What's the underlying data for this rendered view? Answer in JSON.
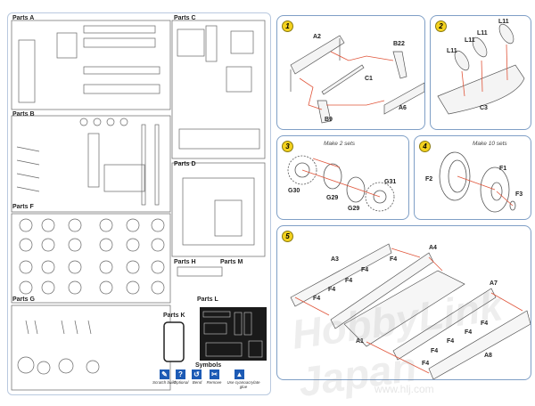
{
  "parts_sheet": {
    "groups": {
      "A": "Parts A",
      "B": "Parts B",
      "C": "Parts C",
      "D": "Parts D",
      "F": "Parts F",
      "G": "Parts G",
      "H": "Parts H",
      "M": "Parts M",
      "K": "Parts K",
      "L": "Parts L"
    },
    "symbols_title": "Symbols",
    "symbols": [
      {
        "icon": "scratch-build-icon",
        "glyph": "✎",
        "label": "Scratch build"
      },
      {
        "icon": "optional-icon",
        "glyph": "?",
        "label": "Optional"
      },
      {
        "icon": "bend-icon",
        "glyph": "↺",
        "label": "Bend"
      },
      {
        "icon": "remove-icon",
        "glyph": "✂",
        "label": "Remove"
      },
      {
        "icon": "glue-icon",
        "glyph": "▲",
        "label": "Use cyanoacrylate glue"
      }
    ]
  },
  "steps": [
    {
      "number": "1",
      "parts": [
        "A2",
        "B22",
        "C1",
        "B9",
        "A6"
      ]
    },
    {
      "number": "2",
      "parts": [
        "L11",
        "L11",
        "L11",
        "L11",
        "C3"
      ]
    },
    {
      "number": "3",
      "note": "Make 2 sets",
      "parts": [
        "G30",
        "G29",
        "G29",
        "G31"
      ]
    },
    {
      "number": "4",
      "note": "Make 10 sets",
      "parts": [
        "F2",
        "F1",
        "F3"
      ]
    },
    {
      "number": "5",
      "parts": [
        "A3",
        "A4",
        "F4",
        "F4",
        "F4",
        "F4",
        "F4",
        "A1",
        "A7",
        "F4",
        "F4",
        "F4",
        "F4",
        "F4",
        "A8"
      ]
    }
  ],
  "watermark": {
    "brand": "HobbyLink Japan",
    "url": "www.hlj.com"
  },
  "colors": {
    "step_badge": "#f4d21e",
    "arrow": "#e0553a",
    "symbol_blue": "#1d5bb5",
    "panel_border": "#7f9fc6"
  }
}
